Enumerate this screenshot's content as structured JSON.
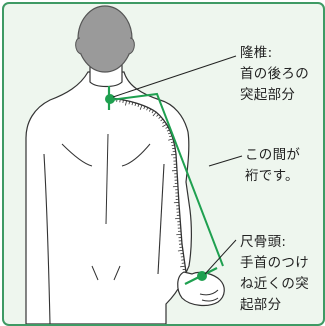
{
  "labels": {
    "vertebra": "隆椎:\n首の後ろの\n突起部分",
    "span": "この間が\n裄です。",
    "ulna": "尺骨頭:\n手首のつけ\nね近くの突\n起部分"
  },
  "colors": {
    "frame": "#3e9a64",
    "background": "#eef6ee",
    "figure_fill": "#ffffff",
    "head_fill": "#9a9a9a",
    "outline": "#333333",
    "accent_green": "#1fa050",
    "tape": "#333333"
  }
}
